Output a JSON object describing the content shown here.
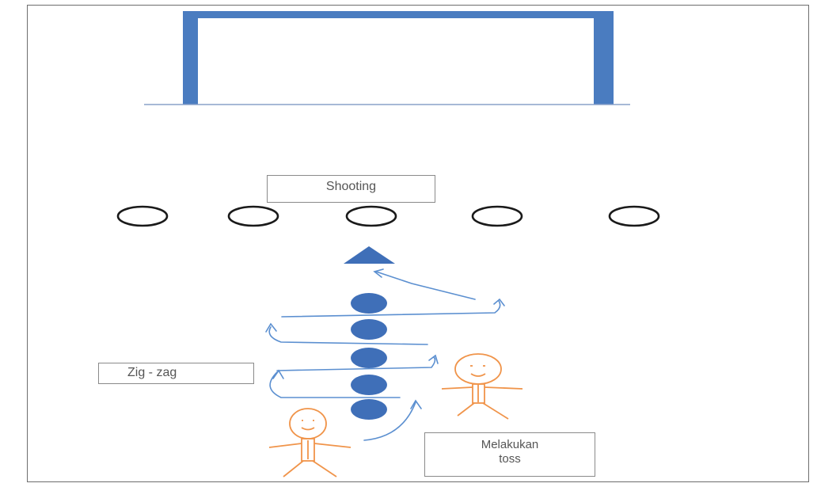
{
  "labels": {
    "shooting": "Shooting",
    "zigzag": "Zig - zag",
    "toss_line1": "Melakukan",
    "toss_line2": "toss"
  },
  "colors": {
    "goal": "#4a7cc0",
    "cone": "#3f6fb8",
    "arrow": "#5b8fd0",
    "player": "#f0944a",
    "ring": "#1a1a1a",
    "frame": "#6e6e6e"
  },
  "icons": [
    "goal-icon",
    "ring-marker-icon",
    "triangle-cone-icon",
    "disc-cone-icon",
    "player-figure-icon",
    "curved-arrow-icon"
  ]
}
